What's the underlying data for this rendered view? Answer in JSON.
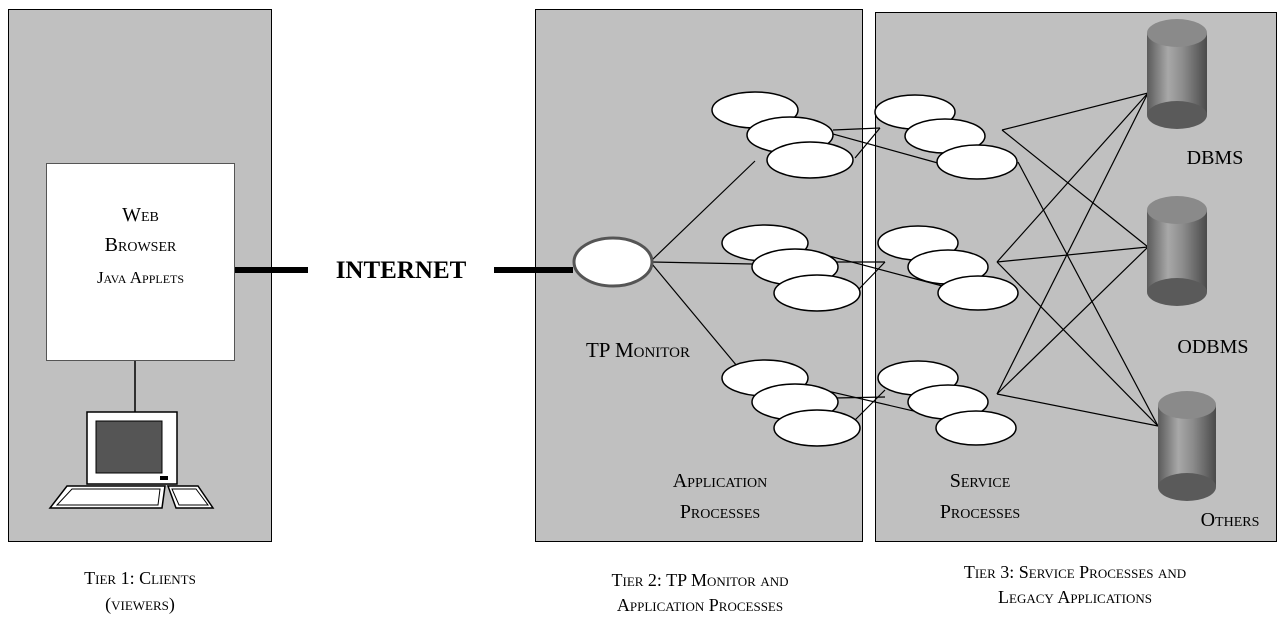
{
  "tier1": {
    "browser_title_1": "Web",
    "browser_title_2": "Browser",
    "browser_sub": "Java Applets",
    "caption_1": "Tier 1: Clients",
    "caption_2": "(viewers)"
  },
  "internet_label": "INTERNET",
  "tier2": {
    "monitor_label": "TP Monitor",
    "processes_1": "Application",
    "processes_2": "Processes",
    "caption_1": "Tier 2: TP Monitor and",
    "caption_2": "Application Processes"
  },
  "tier3": {
    "processes_1": "Service",
    "processes_2": "Processes",
    "db1": "DBMS",
    "db2": "ODBMS",
    "db3": "Others",
    "caption_1": "Tier 3: Service Processes and",
    "caption_2": "Legacy Applications"
  },
  "colors": {
    "panel": "#c0c0c0",
    "cylinder": "#888888",
    "line": "#000000"
  }
}
